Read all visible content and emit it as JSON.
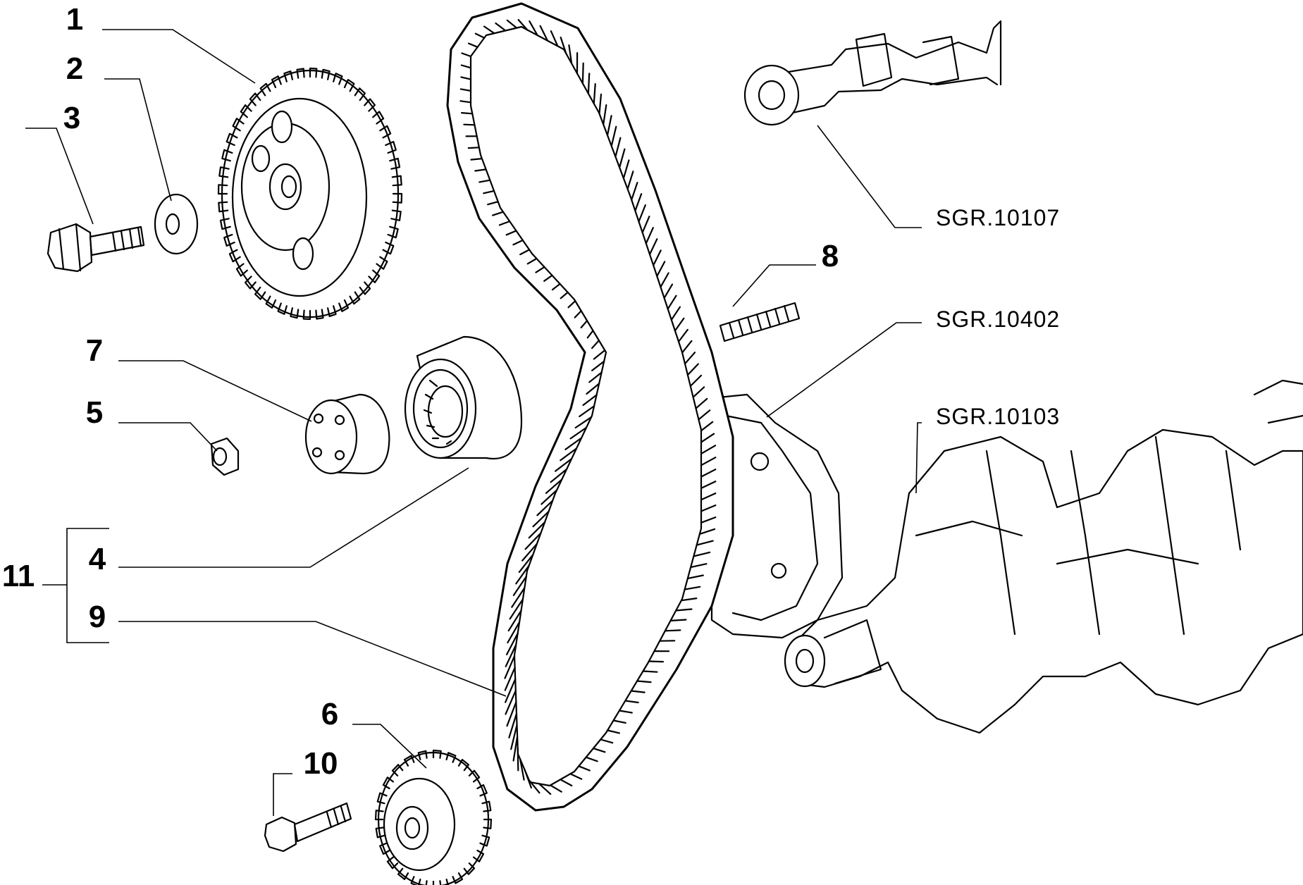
{
  "labels": {
    "p1": "1",
    "p2": "2",
    "p3": "3",
    "p4": "4",
    "p5": "5",
    "p6": "6",
    "p7": "7",
    "p8": "8",
    "p9": "9",
    "p10": "10",
    "p11": "11"
  },
  "references": {
    "camshaft": "SGR.10107",
    "pump": "SGR.10402",
    "crankshaft": "SGR.10103"
  }
}
